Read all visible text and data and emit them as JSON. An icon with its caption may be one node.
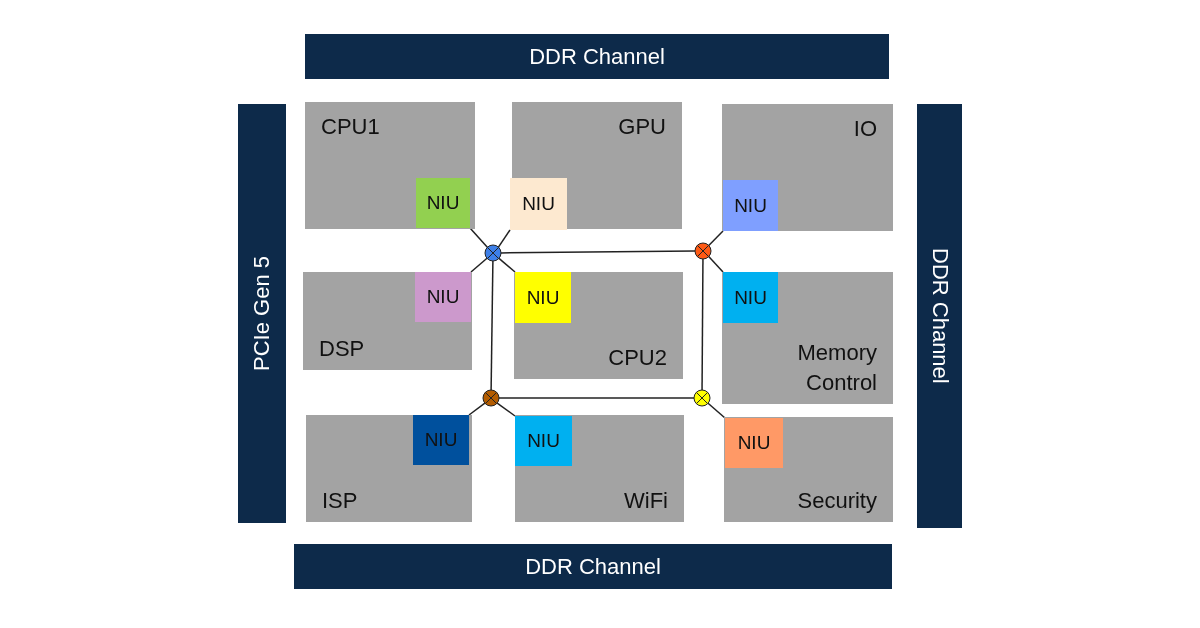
{
  "diagram": {
    "nodes": [
      {
        "text": [
          "DDR Channel"
        ]
      },
      {
        "text": [
          "PCIe Gen 5"
        ]
      },
      {
        "text": [
          "DDR Channel"
        ]
      },
      {
        "text": [
          "CPU1"
        ]
      },
      {
        "text": [
          "NIU"
        ],
        "in": 3
      },
      {
        "text": [
          "GPU"
        ]
      },
      {
        "text": [
          "NIU"
        ],
        "in": 5
      },
      {
        "text": [
          "IO"
        ]
      },
      {
        "text": [
          "NIU"
        ],
        "in": 7
      },
      {
        "text": [
          "DSP"
        ]
      },
      {
        "text": [
          "NIU"
        ],
        "in": 9
      },
      {
        "text": [
          "CPU2"
        ]
      },
      {
        "text": [
          "NIU"
        ],
        "in": 11
      },
      {
        "text": [
          "Memory Control"
        ]
      },
      {
        "text": [
          "NIU"
        ],
        "in": 13
      },
      {
        "text": [
          "ISP"
        ]
      },
      {
        "text": [
          "NIU"
        ],
        "in": 15
      },
      {
        "text": [
          "WiFi"
        ]
      },
      {
        "text": [
          "NIU"
        ],
        "in": 17
      },
      {
        "text": [
          "Security"
        ]
      },
      {
        "text": [
          "NIU"
        ],
        "in": 19
      },
      {
        "text": [
          "DDR Channel"
        ]
      },
      {
        "text": [],
        "shape": "circle"
      },
      {
        "text": [],
        "shape": "circle"
      },
      {
        "text": [],
        "shape": "circle"
      },
      {
        "text": [],
        "shape": "circle"
      }
    ],
    "edges": [
      {
        "from": 4,
        "to": 22,
        "arrow": "none"
      },
      {
        "from": 6,
        "to": 22,
        "arrow": "none"
      },
      {
        "from": 10,
        "to": 22,
        "arrow": "none"
      },
      {
        "from": 12,
        "to": 22,
        "arrow": "none"
      },
      {
        "from": 22,
        "to": 23,
        "arrow": "none"
      },
      {
        "from": 8,
        "to": 23,
        "arrow": "none"
      },
      {
        "from": 14,
        "to": 23,
        "arrow": "none"
      },
      {
        "from": 22,
        "to": 24,
        "arrow": "none"
      },
      {
        "from": 23,
        "to": 25,
        "arrow": "none"
      },
      {
        "from": 24,
        "to": 25,
        "arrow": "none"
      },
      {
        "from": 16,
        "to": 24,
        "arrow": "none"
      },
      {
        "from": 18,
        "to": 24,
        "arrow": "none"
      },
      {
        "from": 20,
        "to": 25,
        "arrow": "none"
      }
    ]
  }
}
